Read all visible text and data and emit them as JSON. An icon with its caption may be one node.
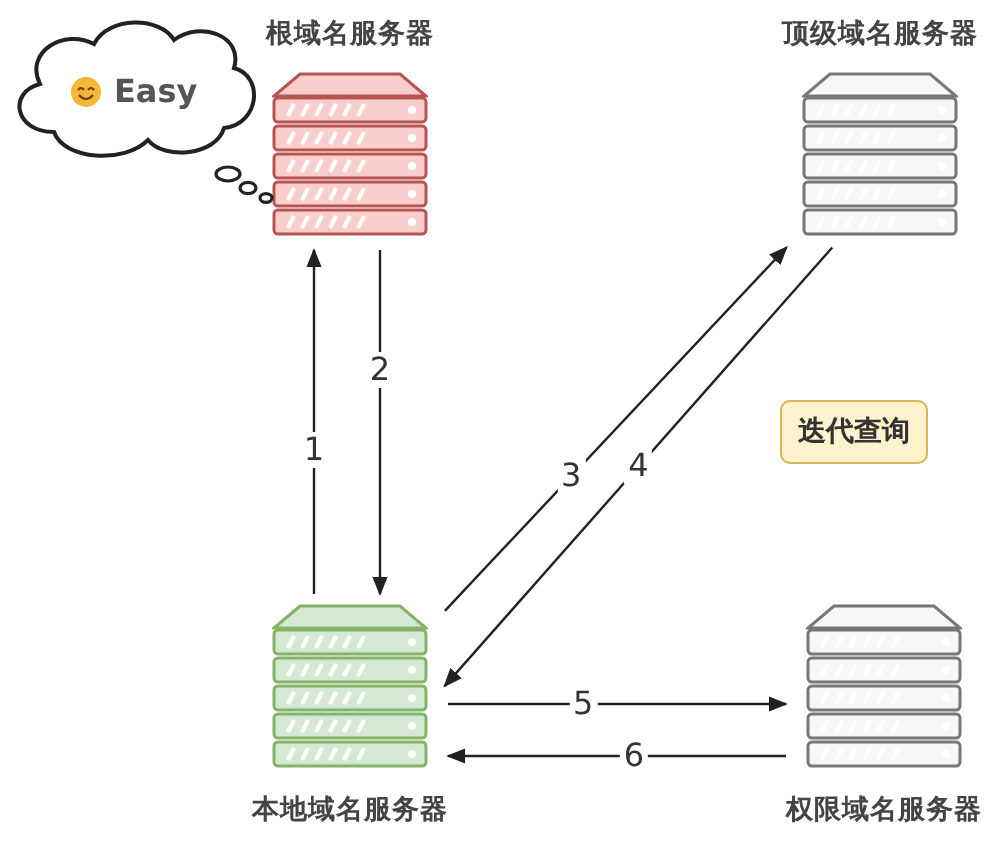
{
  "diagram": {
    "nodes": [
      {
        "text": [
          "Easy"
        ]
      },
      {
        "text": [
          "根域名服务器"
        ]
      },
      {
        "text": [
          "顶级域名服务器"
        ]
      },
      {
        "text": [
          "本地域名服务器"
        ]
      },
      {
        "text": [
          "权限域名服务器"
        ]
      },
      {
        "text": [
          "迭代查询"
        ]
      }
    ],
    "edges": [
      {
        "from": 3,
        "to": 1,
        "arrow": "to",
        "label": "1"
      },
      {
        "from": 1,
        "to": 3,
        "arrow": "to",
        "label": "2"
      },
      {
        "from": 3,
        "to": 2,
        "arrow": "to",
        "label": "3"
      },
      {
        "from": 2,
        "to": 3,
        "arrow": "to",
        "label": "4"
      },
      {
        "from": 3,
        "to": 4,
        "arrow": "to",
        "label": "5"
      },
      {
        "from": 4,
        "to": 3,
        "arrow": "to",
        "label": "6"
      }
    ]
  }
}
